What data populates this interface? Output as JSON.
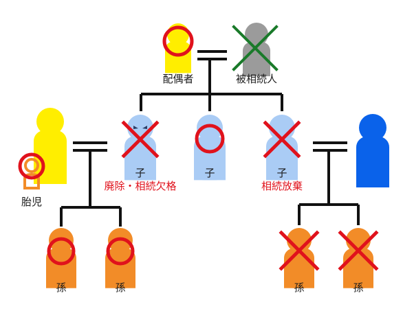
{
  "labels": {
    "spouse": "配偶者",
    "deceased": "被相続人",
    "child_left": "子",
    "child_left_note": "廃除・相続欠格",
    "child_center": "子",
    "child_right": "子",
    "child_right_note": "相続放棄",
    "fetus": "胎児",
    "grandchild_1": "孫",
    "grandchild_2": "孫",
    "grandchild_3": "孫",
    "grandchild_4": "孫"
  },
  "colors": {
    "spouse": "#ffee00",
    "deceased": "#9b9b9b",
    "child": "#aaccf5",
    "in_law_left": "#ffee00",
    "in_law_right": "#0a62ea",
    "fetus": "#f28c28",
    "grandchild": "#f28c28",
    "heir_mark": "#e0121c",
    "excluded_mark": "#e0121c",
    "deceased_mark": "#1a7a2a",
    "note_text": "#e0121c"
  },
  "icons": {
    "heir_mark": "circle-icon",
    "excluded_mark": "cross-icon",
    "deceased_mark": "cross-icon"
  }
}
